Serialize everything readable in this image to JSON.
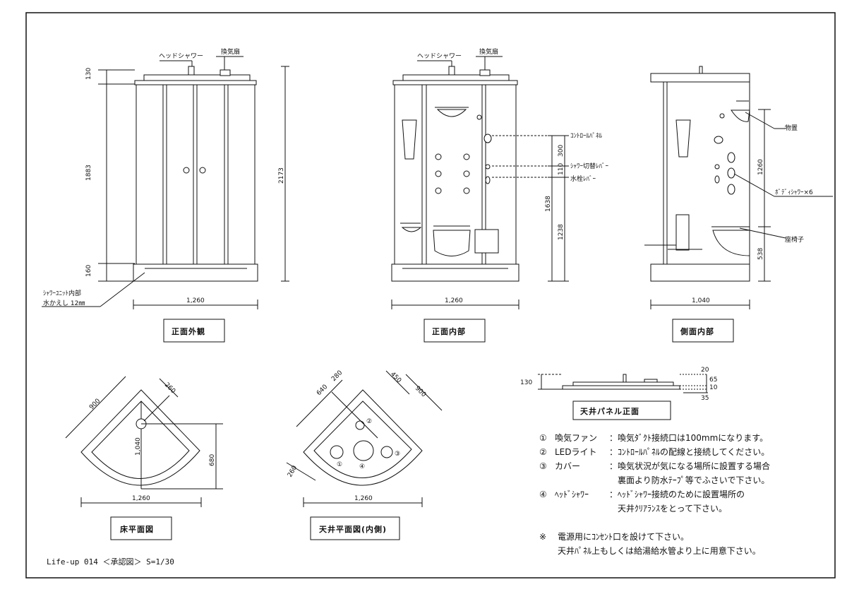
{
  "front_exterior": {
    "caption": "正面外観",
    "label_head_shower": "ヘッドシャワー",
    "label_fan": "換気扇",
    "dim_top": "130",
    "dim_mid": "1883",
    "dim_bottom": "160",
    "dim_total": "2173",
    "dim_width": "1,260",
    "note_line1": "ｼｬﾜｰﾕﾆｯﾄ内部",
    "note_line2": "水かえし 12㎜"
  },
  "front_interior": {
    "caption": "正面内部",
    "label_head_shower": "ヘッドシャワー",
    "label_fan": "換気扇",
    "label_control": "ｺﾝﾄﾛｰﾙﾊﾟﾈﾙ",
    "label_switch": "ｼｬﾜｰ切替ﾚﾊﾞｰ",
    "label_faucet": "水栓ﾚﾊﾞｰ",
    "dim_300": "300",
    "dim_110": "110",
    "dim_1238": "1238",
    "dim_1638": "1638",
    "dim_width": "1,260"
  },
  "side_interior": {
    "caption": "側面内部",
    "label_shelf": "物置",
    "label_body_shower": "ﾎﾞﾃﾞｨｼｬﾜｰ×6",
    "label_seat": "座椅子",
    "dim_1260": "1260",
    "dim_538": "538",
    "dim_width": "1,040"
  },
  "floor_plan": {
    "caption": "床平面図",
    "dim_900": "900",
    "dim_260": "260",
    "dim_1040": "1,040",
    "dim_680": "680",
    "dim_width": "1,260"
  },
  "ceiling_plan": {
    "caption": "天井平面図(内側)",
    "dim_640": "640",
    "dim_280": "280",
    "dim_450": "450",
    "dim_900": "900",
    "dim_260": "260",
    "dim_width": "1,260",
    "marks": [
      "①",
      "②",
      "③",
      "④"
    ]
  },
  "ceiling_panel": {
    "caption": "天井パネル正面",
    "dim_130": "130",
    "dim_20": "20",
    "dim_65": "65",
    "dim_10": "10",
    "dim_35": "35"
  },
  "notes": [
    {
      "num": "①",
      "term": "喚気ファン",
      "text": "：喚気ﾀﾞｸﾄ接続口は100mmになります。"
    },
    {
      "num": "②",
      "term": "LEDライト",
      "text": "：ｺﾝﾄﾛｰﾙﾊﾟﾈﾙの配線と接続してください。"
    },
    {
      "num": "③",
      "term": "カバー",
      "text": "：喚気状況が気になる場所に設置する場合"
    },
    {
      "num": "",
      "term": "",
      "text": "裏面より防水ﾃｰﾌﾟ等でふさいで下さい。"
    },
    {
      "num": "④",
      "term": "ﾍｯﾄﾞｼｬﾜｰ",
      "text": "：ﾍｯﾄﾞｼｬﾜｰ接続のために設置場所の"
    },
    {
      "num": "",
      "term": "",
      "text": "天井ｸﾘｱﾗﾝｽをとって下さい。"
    }
  ],
  "power_note": {
    "mark": "※",
    "line1": "電源用にｺﾝｾﾝﾄ口を設けて下さい。",
    "line2": "天井ﾊﾟﾈﾙ上もしくは給湯給水管より上に用意下さい。"
  },
  "footer": "Life-up 014 ＜承認図＞ S=1/30"
}
